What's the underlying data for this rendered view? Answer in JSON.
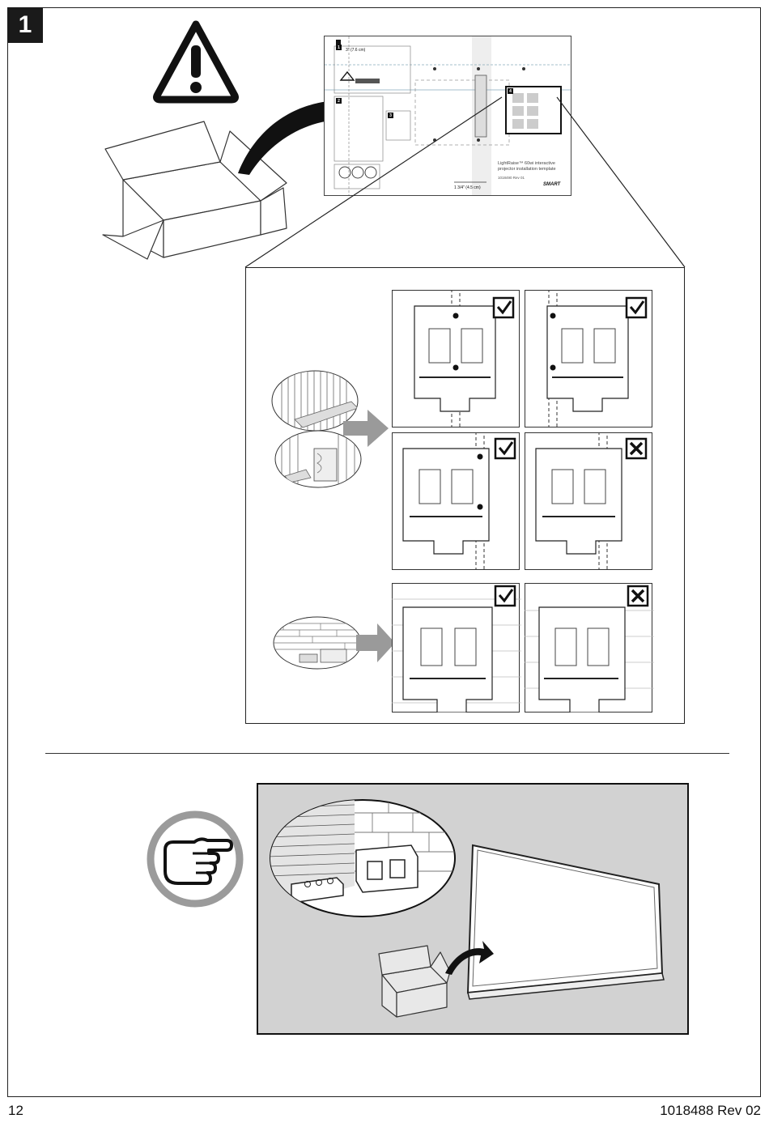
{
  "step": {
    "number": "1"
  },
  "template_sheet": {
    "title": "LightRaise™ 60wi interactive projector installation template",
    "part_number": "1018490 Rev 01",
    "brand": "SMART",
    "dim_top": "3\" (7.6 cm)",
    "dim_bottom": "1 3/4\" (4.5 cm)",
    "step_labels": [
      "1",
      "2",
      "3",
      "4"
    ]
  },
  "colors": {
    "ink": "#1a1a1a",
    "panel_gray": "#d2d2d2",
    "arrow_gray": "#9a9a9a",
    "icon_ring": "#9b9b9b"
  },
  "icons": [
    "warning-icon",
    "open-box-icon",
    "curved-arrow-icon",
    "check-icon",
    "cross-icon",
    "pointing-hand-icon",
    "whiteboard-icon"
  ],
  "footer": {
    "page_number": "12",
    "doc_revision": "1018488 Rev 02"
  }
}
